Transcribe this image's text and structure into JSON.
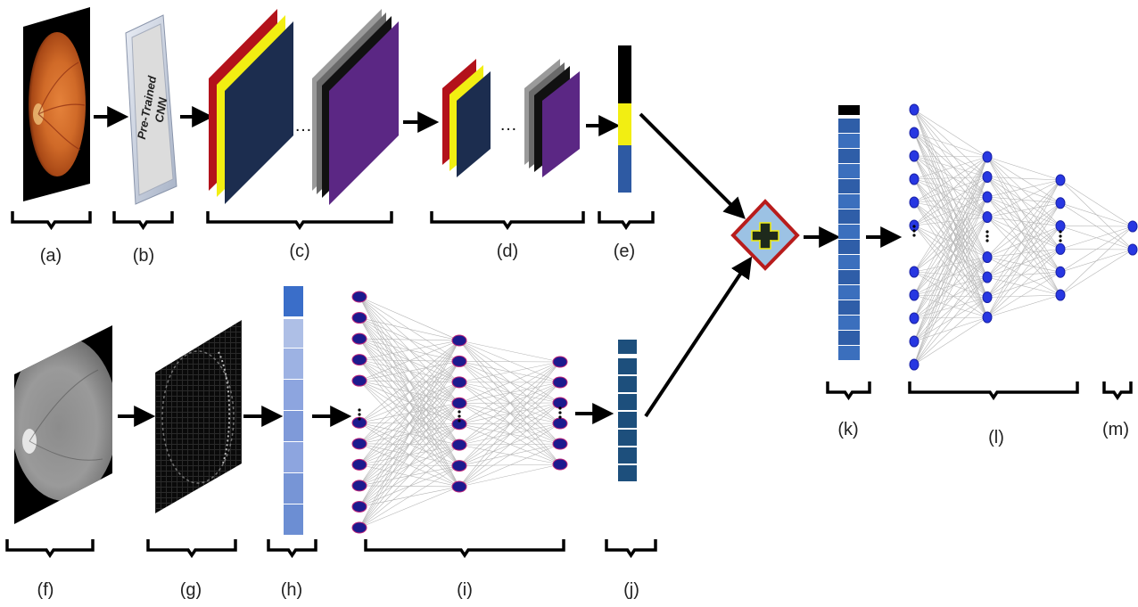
{
  "panels": {
    "a": "(a)",
    "b": "(b)",
    "c": "(c)",
    "d": "(d)",
    "e": "(e)",
    "f": "(f)",
    "g": "(g)",
    "h": "(h)",
    "i": "(i)",
    "j": "(j)",
    "k": "(k)",
    "l": "(l)",
    "m": "(m)"
  },
  "cnn_label": {
    "line1": "Pre-Trained",
    "line2": "CNN"
  },
  "ellipsis": "…",
  "colors": {
    "navy": "#1c2d4f",
    "purple": "#5b2784",
    "red": "#b3121b",
    "yellow": "#f2ee12",
    "gray": "#8a8a8a",
    "black": "#111111",
    "blue_feature": "#2e5aa3",
    "light_blue": "#7b99d6",
    "dark_teal": "#1d4f7c",
    "node_navy": "#1c1a8e",
    "node_blue": "#2737e2",
    "fusion_fill": "#9cc2e4",
    "fusion_border": "#b81c1c",
    "arrow": "#000000"
  },
  "icons": {
    "fusion": "plus-icon",
    "arrow": "arrow-right-icon"
  }
}
